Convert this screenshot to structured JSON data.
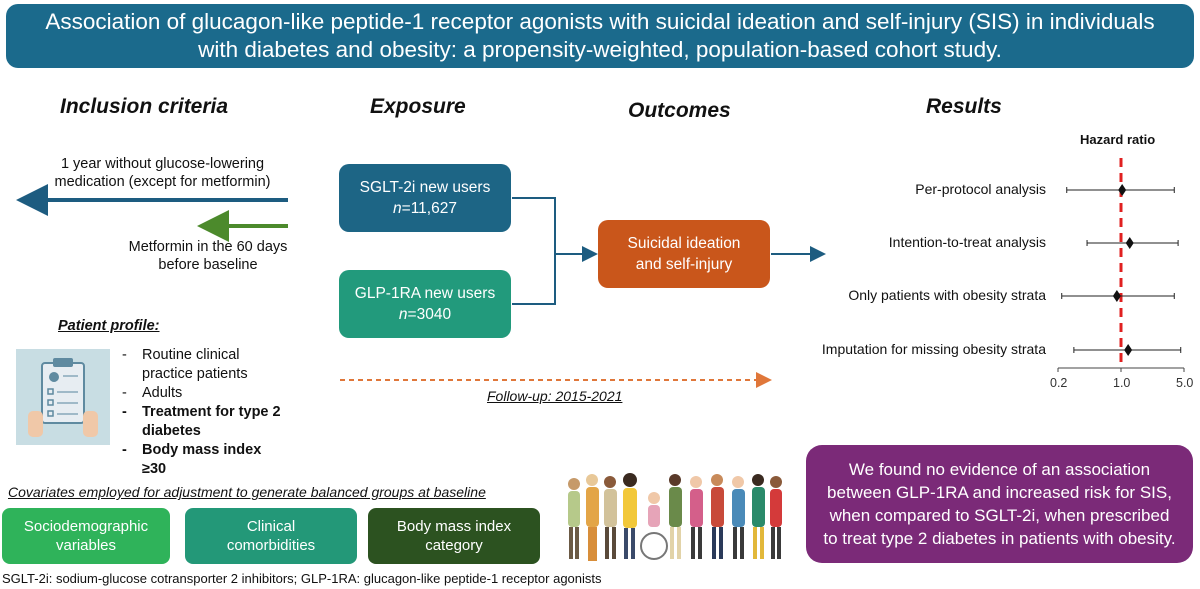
{
  "title": "Association of glucagon-like peptide-1 receptor agonists with suicidal ideation and self-injury (SIS) in individuals with diabetes and obesity: a propensity-weighted, population-based cohort study.",
  "colors": {
    "banner": "#1b6a8c",
    "sglt2": "#1d6585",
    "glp1": "#229a7c",
    "outcome": "#c9561b",
    "conclusion": "#7b2a78",
    "cov1": "#2fb35a",
    "cov2": "#239878",
    "cov3": "#2c5220",
    "red_line": "#e02020",
    "green_arrow": "#4c8a2c"
  },
  "inclusion": {
    "heading": "Inclusion criteria",
    "criterion1": "1 year without glucose-lowering medication (except for metformin)",
    "criterion2": "Metformin in the 60 days before  baseline"
  },
  "exposure": {
    "heading": "Exposure",
    "sglt2_name": "SGLT-2i new users",
    "sglt2_n_prefix": "n",
    "sglt2_n_value": "=11,627",
    "glp1_name": "GLP-1RA new users",
    "glp1_n_prefix": "n",
    "glp1_n_value": "=3040"
  },
  "outcomes": {
    "heading": "Outcomes",
    "box_text": "Suicidal ideation and self-injury"
  },
  "followup": "Follow-up: 2015-2021",
  "profile": {
    "heading": "Patient profile:",
    "items": [
      "Routine clinical practice patients",
      "Adults",
      "Treatment for type 2 diabetes",
      "Body mass index ≥30"
    ]
  },
  "covariates": {
    "heading": "Covariates employed for adjustment to generate balanced groups at baseline",
    "boxes": [
      "Sociodemographic variables",
      "Clinical comorbidities",
      "Body mass index category"
    ]
  },
  "results": {
    "heading": "Results",
    "axis_title": "Hazard ratio",
    "ticks": [
      "0.2",
      "1.0",
      "5.0"
    ],
    "conclusion": "We found no evidence of an association between GLP-1RA and increased risk for SIS, when compared to SGLT-2i, when prescribed to treat type 2 diabetes in patients with obesity."
  },
  "chart_data": {
    "type": "forest",
    "x_scale": "log",
    "xlim": [
      0.2,
      5.0
    ],
    "reference_value": 1.0,
    "ylabel": "Hazard ratio",
    "rows": [
      {
        "label": "Per-protocol analysis",
        "hr": 1.03,
        "ci_low": 0.25,
        "ci_high": 3.9
      },
      {
        "label": "Intention-to-treat analysis",
        "hr": 1.25,
        "ci_low": 0.42,
        "ci_high": 4.3
      },
      {
        "label": "Only patients with obesity strata",
        "hr": 0.9,
        "ci_low": 0.22,
        "ci_high": 3.9
      },
      {
        "label": "Imputation for missing obesity strata",
        "hr": 1.2,
        "ci_low": 0.3,
        "ci_high": 4.6
      }
    ]
  },
  "footnote": "SGLT-2i: sodium-glucose cotransporter 2 inhibitors; GLP-1RA: glucagon-like peptide-1 receptor agonists"
}
